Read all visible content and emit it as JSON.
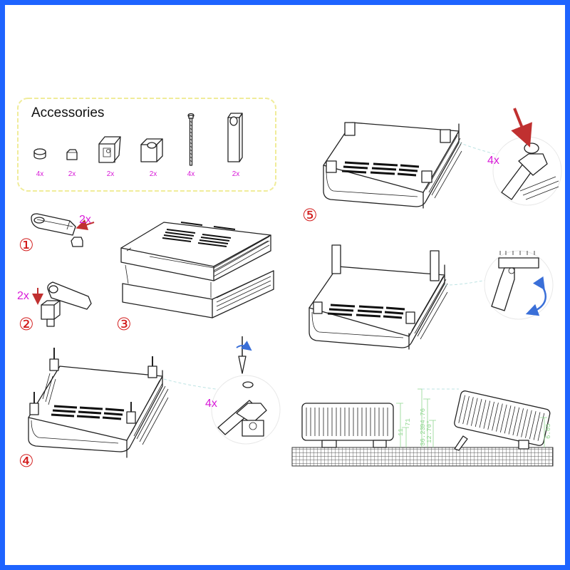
{
  "accessories": {
    "title": "Accessories",
    "items": [
      {
        "name": "rubber-foot",
        "qty": "4x"
      },
      {
        "name": "small-block",
        "qty": "2x"
      },
      {
        "name": "bracket",
        "qty": "2x"
      },
      {
        "name": "clip-block",
        "qty": "2x"
      },
      {
        "name": "screw",
        "qty": "4x"
      },
      {
        "name": "stand-leg",
        "qty": "2x"
      }
    ]
  },
  "steps": {
    "s1": {
      "label": "①",
      "qty": "2x"
    },
    "s2": {
      "label": "②",
      "qty": "2x"
    },
    "s3": {
      "label": "③"
    },
    "s4": {
      "label": "④",
      "qty": "4x"
    },
    "s5": {
      "label": "⑤",
      "qty": "4x"
    }
  },
  "dimensions": [
    "11",
    "71",
    "94.76",
    "12.70°",
    "36.23",
    "6.65"
  ],
  "colors": {
    "border": "#1e64ff",
    "qty_text": "#d81ad8",
    "step_label": "#d21a1a",
    "dimension_lines": "#8fd68f",
    "accessory_box_border": "#f0ec9a",
    "guide_lines": "#bde3e3",
    "arrow": "#c03030",
    "rotation_arrow": "#3a6fd8"
  }
}
